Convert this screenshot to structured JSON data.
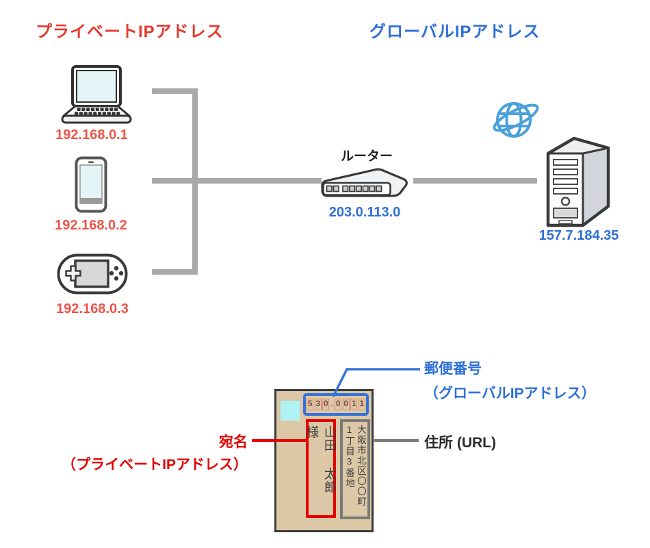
{
  "header": {
    "private_title": "プライベートIPアドレス",
    "global_title": "グローバルIPアドレス"
  },
  "network": {
    "devices": [
      {
        "icon": "laptop-icon",
        "ip": "192.168.0.1"
      },
      {
        "icon": "smartphone-icon",
        "ip": "192.168.0.2"
      },
      {
        "icon": "game-console-icon",
        "ip": "192.168.0.3"
      }
    ],
    "router": {
      "icon": "router-icon",
      "label": "ルーター",
      "ip": "203.0.113.0"
    },
    "internet": {
      "icon": "globe-icon"
    },
    "server": {
      "icon": "server-icon",
      "ip": "157.7.184.35"
    }
  },
  "envelope": {
    "stamp": "cyan-stamp-square",
    "postal_code": "530-0011",
    "addressee": "山田 太郎 様",
    "address_columns": [
      "大阪市北区〇〇町",
      "1丁目3番地"
    ]
  },
  "callouts": {
    "postal": {
      "line1": "郵便番号",
      "line2": "（グローバルIPアドレス）"
    },
    "addressee": {
      "line1": "宛名",
      "line2": "（プライベートIPアドレス）"
    },
    "address": {
      "label": "住所 (URL)"
    }
  },
  "colors": {
    "private_red": "#e8382d",
    "ip_red": "#ef5348",
    "global_blue": "#2e6fd8",
    "line_gray": "#a9a9a9",
    "outline_dark": "#3a3a3a",
    "globe_blue": "#4ba1d9",
    "envelope_tan": "#dcc8a6",
    "stamp_cyan": "#aff2f4",
    "postal_box_blue": "#3373d9",
    "digit_border_salmon": "#e08578",
    "addressee_red": "#e60000",
    "address_gray": "#7a7a7a"
  }
}
